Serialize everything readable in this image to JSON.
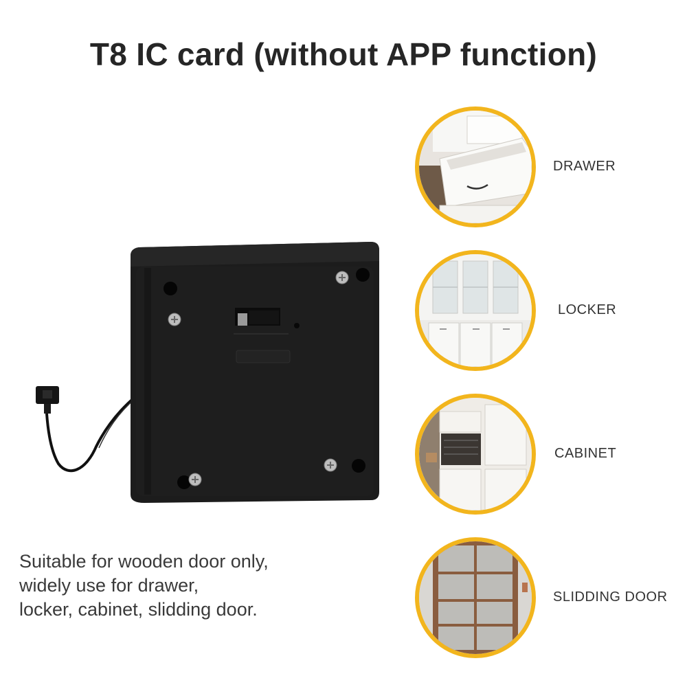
{
  "title": "T8 IC card (without APP function)",
  "description": {
    "lines": [
      "Suitable for wooden door only,",
      "widely use for drawer,",
      "locker, cabinet, slidding door."
    ]
  },
  "applications": [
    {
      "label": "DRAWER",
      "icon": "drawer-photo"
    },
    {
      "label": "LOCKER",
      "icon": "locker-photo"
    },
    {
      "label": "CABINET",
      "icon": "cabinet-photo"
    },
    {
      "label": "SLIDDING DOOR",
      "icon": "sliding-door-photo"
    }
  ],
  "colors": {
    "accent_ring": "#f2b51d",
    "lock_body": "#1f1f1f",
    "title_text": "#262626"
  }
}
